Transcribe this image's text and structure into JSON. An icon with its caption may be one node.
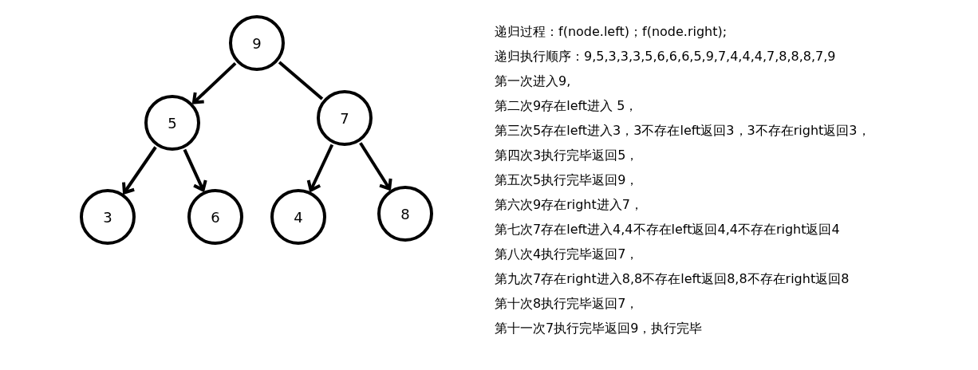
{
  "diagram": {
    "nodes": [
      {
        "text": [
          "9"
        ]
      },
      {
        "text": [
          "5"
        ]
      },
      {
        "text": [
          "7"
        ]
      },
      {
        "text": [
          "3"
        ]
      },
      {
        "text": [
          "6"
        ]
      },
      {
        "text": [
          "4"
        ]
      },
      {
        "text": [
          "8"
        ]
      }
    ],
    "edges": [
      {
        "from": 0,
        "to": 1,
        "arrow": "to"
      },
      {
        "from": 0,
        "to": 2,
        "arrow": "none"
      },
      {
        "from": 1,
        "to": 3,
        "arrow": "to"
      },
      {
        "from": 1,
        "to": 4,
        "arrow": "to"
      },
      {
        "from": 2,
        "to": 5,
        "arrow": "to"
      },
      {
        "from": 2,
        "to": 6,
        "arrow": "to"
      }
    ],
    "labels": [
      "递归过程：f(node.left)；f(node.right);",
      "递归执行顺序：9,5,3,3,3,5,6,6,6,5,9,7,4,4,4,7,8,8,8,7,9",
      "第一次进入9,",
      "第二次9存在left进入 5，",
      "第三次5存在left进入3，3不存在left返回3，3不存在right返回3，",
      "第四次3执行完毕返回5，",
      "第五次5执行完毕返回9，",
      "第六次9存在right进入7，",
      "第七次7存在left进入4,4不存在left返回4,4不存在right返回4",
      "第八次4执行完毕返回7，",
      "第九次7存在right进入8,8不存在left返回8,8不存在right返回8",
      "第十次8执行完毕返回7，",
      "第十一次7执行完毕返回9，执行完毕"
    ]
  }
}
